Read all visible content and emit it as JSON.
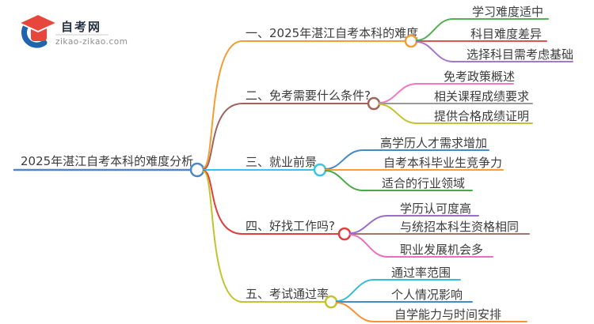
{
  "logo": {
    "site_name": "自考网",
    "site_url": "zikao-zikao.com",
    "cap_color": "#e8453c",
    "crescent_color": "#2063ae"
  },
  "root": {
    "label": "2025年湛江自考本科的难度分析",
    "color": "#4a89c8"
  },
  "branches": [
    {
      "label": "一、2025年湛江自考本科的难度",
      "color": "#f59d33",
      "children": [
        {
          "label": "学习难度适中",
          "color": "#52b152"
        },
        {
          "label": "科目难度差异",
          "color": "#e05252"
        },
        {
          "label": "选择科目需考虑基础",
          "color": "#a678cd"
        }
      ]
    },
    {
      "label": "二、免考需要什么条件?",
      "color": "#9d655e",
      "children": [
        {
          "label": "免考政策概述",
          "color": "#f577c0"
        },
        {
          "label": "相关课程成绩要求",
          "color": "#9a9a9a"
        },
        {
          "label": "提供合格成绩证明",
          "color": "#c3c32f"
        }
      ]
    },
    {
      "label": "三、就业前景",
      "color": "#3bc3ea",
      "children": [
        {
          "label": "高学历人才需求增加",
          "color": "#4489cc"
        },
        {
          "label": "自考本科毕业生竞争力",
          "color": "#fa9e32"
        },
        {
          "label": "适合的行业领域",
          "color": "#46ab46"
        }
      ]
    },
    {
      "label": "四、好找工作吗?",
      "color": "#e23c3c",
      "children": [
        {
          "label": "学历认可度高",
          "color": "#9a6ccc"
        },
        {
          "label": "与统招本科生资格相同",
          "color": "#a3766b"
        },
        {
          "label": "职业发展机会多",
          "color": "#ee6cc0"
        }
      ]
    },
    {
      "label": "五、考试通过率",
      "color": "#c3c32f",
      "children": [
        {
          "label": "通过率范围",
          "color": "#35bdd4"
        },
        {
          "label": "个人情况影响",
          "color": "#4489cc"
        },
        {
          "label": "自学能力与时间安排",
          "color": "#fa9033"
        }
      ]
    }
  ]
}
